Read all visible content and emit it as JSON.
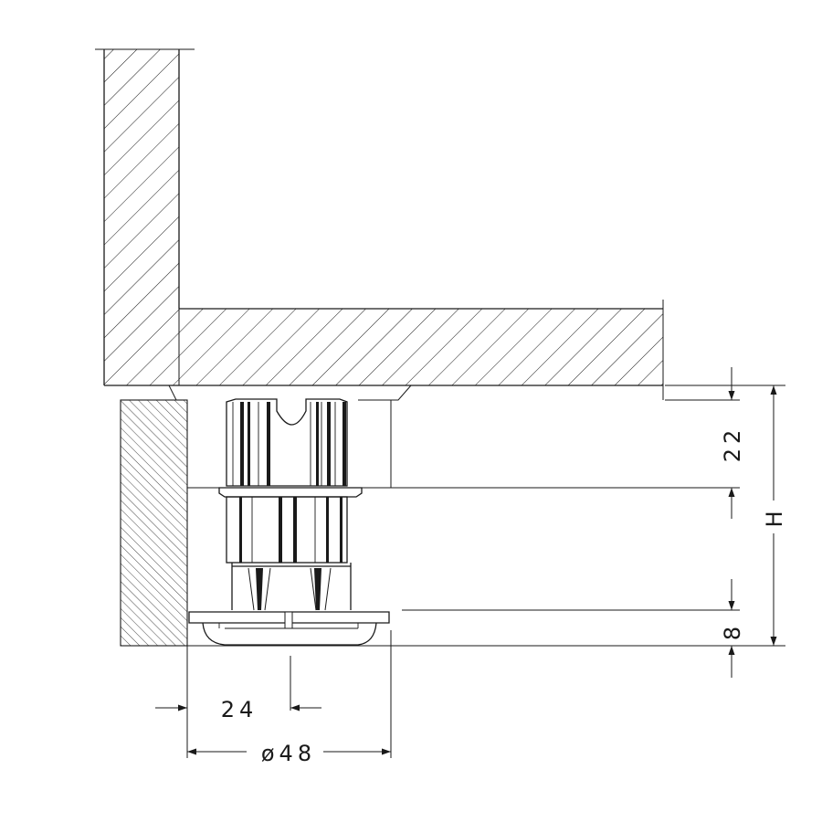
{
  "dimensions": {
    "h22": "22",
    "h8": "8",
    "hTotal": "H",
    "w24": "24",
    "d48": "ø48"
  },
  "colors": {
    "line": "#1a1a1a",
    "background": "#ffffff"
  }
}
